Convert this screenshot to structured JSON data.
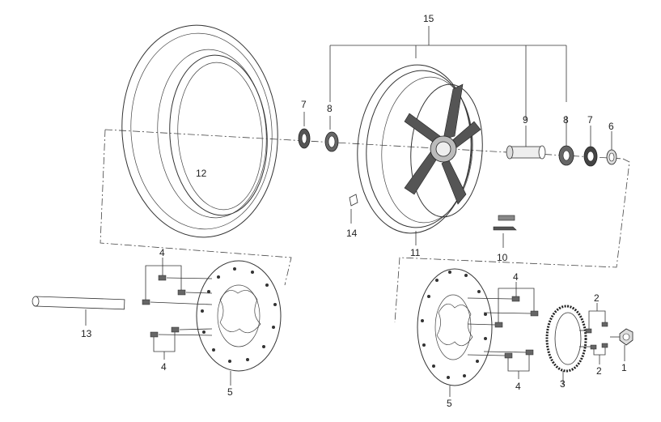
{
  "diagram": {
    "callouts": {
      "p1": "1",
      "p2a": "2",
      "p2b": "2",
      "p3": "3",
      "p4a": "4",
      "p4b": "4",
      "p4c": "4",
      "p4d": "4",
      "p5a": "5",
      "p5b": "5",
      "p6": "6",
      "p7a": "7",
      "p7b": "7",
      "p8a": "8",
      "p8b": "8",
      "p9": "9",
      "p10": "10",
      "p11": "11",
      "p12": "12",
      "p13": "13",
      "p14": "14",
      "p15": "15"
    }
  }
}
